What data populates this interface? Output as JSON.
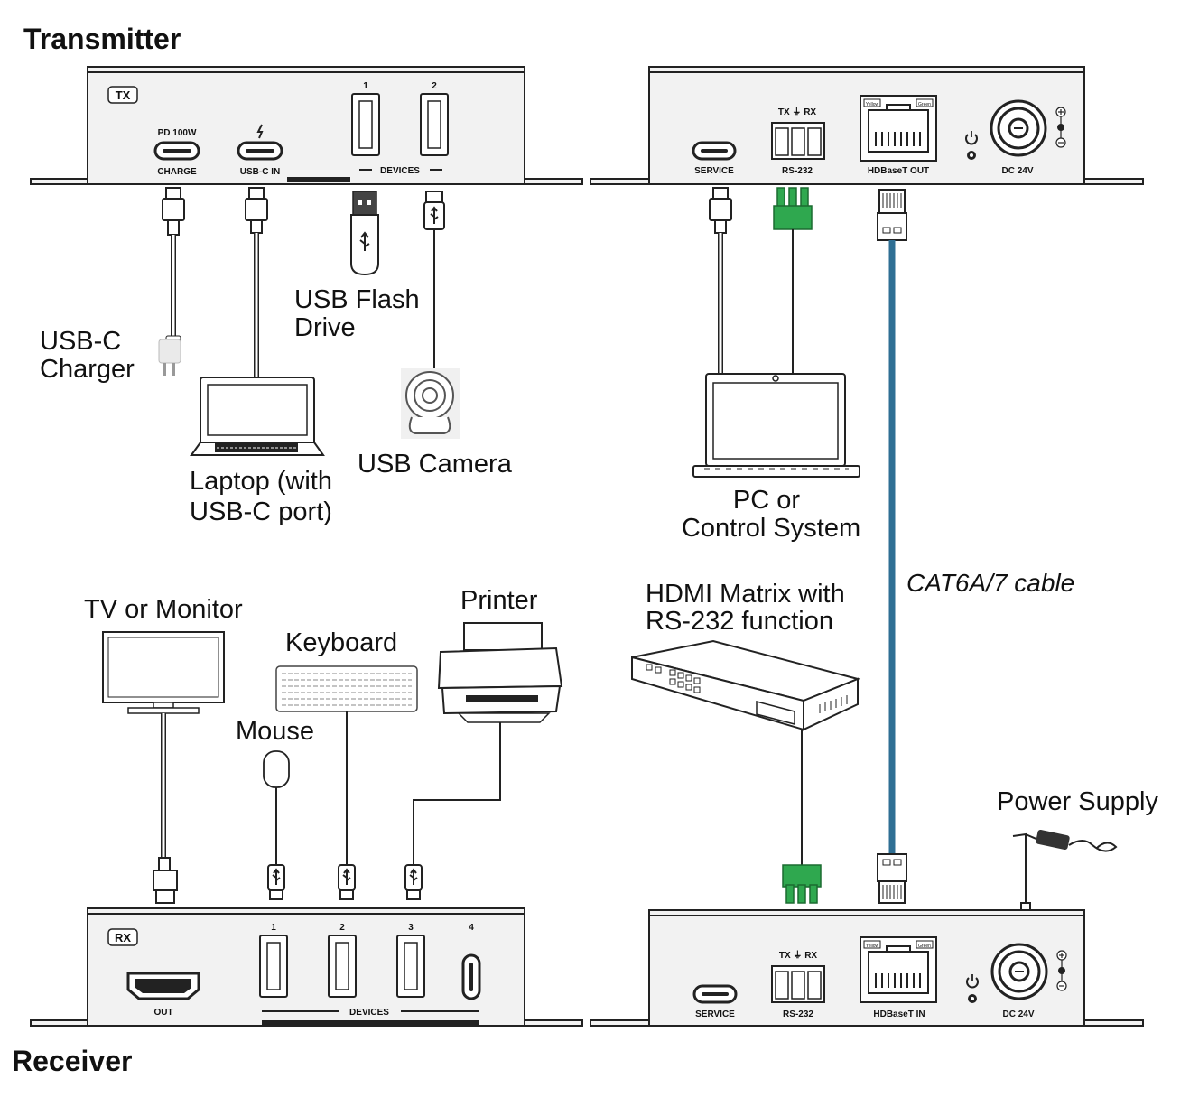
{
  "headings": {
    "transmitter": "Transmitter",
    "receiver": "Receiver"
  },
  "tx_front": {
    "badge": "TX",
    "pd_label": "PD 100W",
    "charge_label": "CHARGE",
    "usbc_in_label": "USB-C IN",
    "device_port_1": "1",
    "device_port_2": "2",
    "devices_label": "DEVICES"
  },
  "tx_back": {
    "service_label": "SERVICE",
    "rs232_pins": "TX ⏚ RX",
    "rs232_label": "RS-232",
    "hdbaset_label": "HDBaseT OUT",
    "dc_label": "DC 24V",
    "led_yellow": "Yellow",
    "led_green": "Green"
  },
  "rx_front": {
    "badge": "RX",
    "out_label": "OUT",
    "device_port_1": "1",
    "device_port_2": "2",
    "device_port_3": "3",
    "device_port_4": "4",
    "devices_label": "DEVICES"
  },
  "rx_back": {
    "service_label": "SERVICE",
    "rs232_pins": "TX ⏚ RX",
    "rs232_label": "RS-232",
    "hdbaset_label": "HDBaseT IN",
    "dc_label": "DC 24V",
    "led_yellow": "Yellow",
    "led_green": "Green"
  },
  "devices": {
    "usbc_charger_line1": "USB-C",
    "usbc_charger_line2": "Charger",
    "laptop_line1": "Laptop (with",
    "laptop_line2": "USB-C port)",
    "flash_line1": "USB Flash",
    "flash_line2": "Drive",
    "camera": "USB Camera",
    "pc_line1": "PC or",
    "pc_line2": "Control System",
    "cable": "CAT6A/7 cable",
    "tv": "TV or Monitor",
    "keyboard": "Keyboard",
    "printer": "Printer",
    "mouse": "Mouse",
    "matrix_line1": "HDMI Matrix with",
    "matrix_line2": "RS-232 function",
    "power_supply": "Power Supply"
  },
  "colors": {
    "cat_cable": "#2f6f94",
    "rs232_connector": "#2fa84f",
    "chassis": "#f2f2f2"
  }
}
